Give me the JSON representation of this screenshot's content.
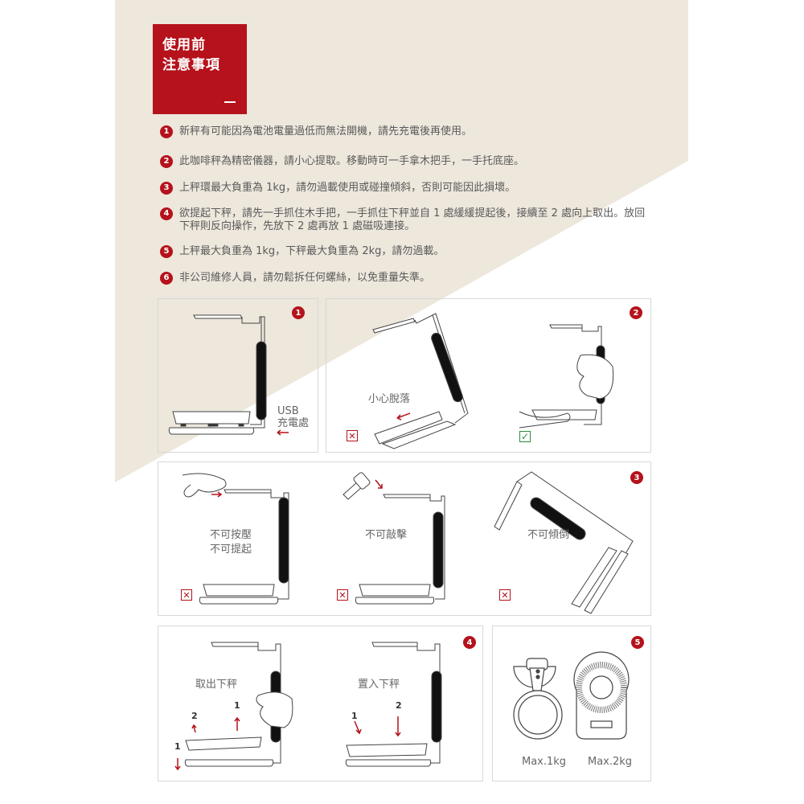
{
  "header": {
    "title_line1": "使用前",
    "title_line2": "注意事項"
  },
  "colors": {
    "accent": "#b5121b",
    "beige": "#ede7dc",
    "check_green": "#2e8b3e",
    "text": "#5a5a5a"
  },
  "notes": [
    {
      "num": "1",
      "text": "新秤有可能因為電池電量過低而無法開機，請先充電後再使用。"
    },
    {
      "num": "2",
      "text": "此咖啡秤為精密儀器，請小心提取。移動時可一手拿木把手，一手托底座。"
    },
    {
      "num": "3",
      "text": "上秤環最大負重為 1kg，請勿過載使用或碰撞傾斜，否則可能因此損壞。"
    },
    {
      "num": "4",
      "text": "欲提起下秤，請先一手抓住木手把，一手抓住下秤並自 1 處緩緩提起後，接續至 2 處向上取出。放回下秤則反向操作，先放下 2 處再放 1 處磁吸連接。"
    },
    {
      "num": "5",
      "text": "上秤最大負重為 1kg，下秤最大負重為 2kg，請勿過載。"
    },
    {
      "num": "6",
      "text": "非公司維修人員，請勿鬆拆任何螺絲，以免重量失準。"
    }
  ],
  "panels": {
    "p1": {
      "badge": "1",
      "usb_line1": "USB",
      "usb_line2": "充電處"
    },
    "p2": {
      "badge": "2",
      "drop_label": "小心脫落",
      "wrong": "✕",
      "right": "✓"
    },
    "p3": {
      "badge": "3",
      "press_line1": "不可按壓",
      "press_line2": "不可提起",
      "hit_label": "不可敲擊",
      "tilt_label": "不可傾倒",
      "wrong": "✕"
    },
    "p4": {
      "badge": "4",
      "remove_label": "取出下秤",
      "insert_label": "置入下秤",
      "step1": "1",
      "step2": "2"
    },
    "p5": {
      "badge": "5",
      "upper_max": "Max.1kg",
      "lower_max": "Max.2kg"
    }
  }
}
